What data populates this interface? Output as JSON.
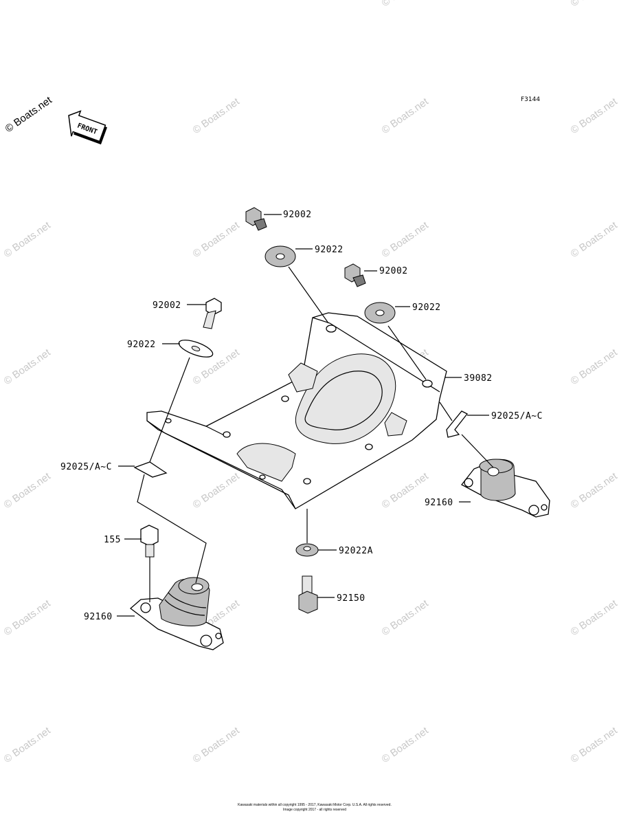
{
  "figure_code": "F3144",
  "watermark": "© Boats.net",
  "front_label": "FRONT",
  "footer": {
    "line1": "Kawasaki materials within all copyright 1995 - 2017, Kawasaki Motor Corp. U.S.A. All rights reserved.",
    "line2": "Image copyright 2017 - all rights reserved"
  },
  "callouts": [
    {
      "id": "c1",
      "label": "92002"
    },
    {
      "id": "c2",
      "label": "92022"
    },
    {
      "id": "c3",
      "label": "92002"
    },
    {
      "id": "c4",
      "label": "92002"
    },
    {
      "id": "c5",
      "label": "92022"
    },
    {
      "id": "c6",
      "label": "92022"
    },
    {
      "id": "c7",
      "label": "39082"
    },
    {
      "id": "c8",
      "label": "92025/A~C"
    },
    {
      "id": "c9",
      "label": "92025/A~C"
    },
    {
      "id": "c10",
      "label": "92160"
    },
    {
      "id": "c11",
      "label": "155"
    },
    {
      "id": "c12",
      "label": "92022A"
    },
    {
      "id": "c13",
      "label": "92150"
    },
    {
      "id": "c14",
      "label": "92160"
    }
  ]
}
